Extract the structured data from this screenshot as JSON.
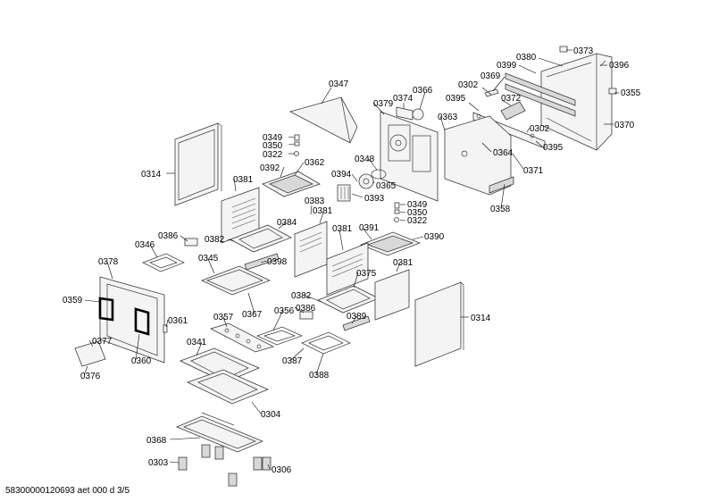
{
  "footer": "58300000120693 aet 000 d 3/5",
  "callouts": [
    {
      "id": "c0373",
      "label": "0373"
    },
    {
      "id": "c0380",
      "label": "0380"
    },
    {
      "id": "c0399",
      "label": "0399"
    },
    {
      "id": "c0396",
      "label": "0396"
    },
    {
      "id": "c0369",
      "label": "0369"
    },
    {
      "id": "c0302a",
      "label": "0302"
    },
    {
      "id": "c0355",
      "label": "0355"
    },
    {
      "id": "c0372",
      "label": "0372"
    },
    {
      "id": "c0395a",
      "label": "0395"
    },
    {
      "id": "c0302b",
      "label": "0302"
    },
    {
      "id": "c0370",
      "label": "0370"
    },
    {
      "id": "c0395b",
      "label": "0395"
    },
    {
      "id": "c0371",
      "label": "0371"
    },
    {
      "id": "c0347",
      "label": "0347"
    },
    {
      "id": "c0366",
      "label": "0366"
    },
    {
      "id": "c0374",
      "label": "0374"
    },
    {
      "id": "c0379",
      "label": "0379"
    },
    {
      "id": "c0363",
      "label": "0363"
    },
    {
      "id": "c0364",
      "label": "0364"
    },
    {
      "id": "c0349a",
      "label": "0349"
    },
    {
      "id": "c0350a",
      "label": "0350"
    },
    {
      "id": "c0322a",
      "label": "0322"
    },
    {
      "id": "c0362",
      "label": "0362"
    },
    {
      "id": "c0348",
      "label": "0348"
    },
    {
      "id": "c0314a",
      "label": "0314"
    },
    {
      "id": "c0392",
      "label": "0392"
    },
    {
      "id": "c0394",
      "label": "0394"
    },
    {
      "id": "c0365",
      "label": "0365"
    },
    {
      "id": "c0381a",
      "label": "0381"
    },
    {
      "id": "c0393",
      "label": "0393"
    },
    {
      "id": "c0358",
      "label": "0358"
    },
    {
      "id": "c0383",
      "label": "0383"
    },
    {
      "id": "c0381b",
      "label": "0381"
    },
    {
      "id": "c0349b",
      "label": "0349"
    },
    {
      "id": "c0350b",
      "label": "0350"
    },
    {
      "id": "c0322b",
      "label": "0322"
    },
    {
      "id": "c0384",
      "label": "0384"
    },
    {
      "id": "c0391",
      "label": "0391"
    },
    {
      "id": "c0386a",
      "label": "0386"
    },
    {
      "id": "c0381c",
      "label": "0381"
    },
    {
      "id": "c0390",
      "label": "0390"
    },
    {
      "id": "c0382a",
      "label": "0382"
    },
    {
      "id": "c0346",
      "label": "0346"
    },
    {
      "id": "c0345",
      "label": "0345"
    },
    {
      "id": "c0398",
      "label": "0398"
    },
    {
      "id": "c0378",
      "label": "0378"
    },
    {
      "id": "c0381d",
      "label": "0381"
    },
    {
      "id": "c0375",
      "label": "0375"
    },
    {
      "id": "c0359",
      "label": "0359"
    },
    {
      "id": "c0382b",
      "label": "0382"
    },
    {
      "id": "c0367",
      "label": "0367"
    },
    {
      "id": "c0356",
      "label": "0356"
    },
    {
      "id": "c0386b",
      "label": "0386"
    },
    {
      "id": "c0357",
      "label": "0357"
    },
    {
      "id": "c0361",
      "label": "0361"
    },
    {
      "id": "c0389",
      "label": "0389"
    },
    {
      "id": "c0314b",
      "label": "0314"
    },
    {
      "id": "c0377",
      "label": "0377"
    },
    {
      "id": "c0341",
      "label": "0341"
    },
    {
      "id": "c0360",
      "label": "0360"
    },
    {
      "id": "c0387",
      "label": "0387"
    },
    {
      "id": "c0376",
      "label": "0376"
    },
    {
      "id": "c0388",
      "label": "0388"
    },
    {
      "id": "c0304",
      "label": "0304"
    },
    {
      "id": "c0368",
      "label": "0368"
    },
    {
      "id": "c0303",
      "label": "0303"
    },
    {
      "id": "c0306",
      "label": "0306"
    }
  ]
}
